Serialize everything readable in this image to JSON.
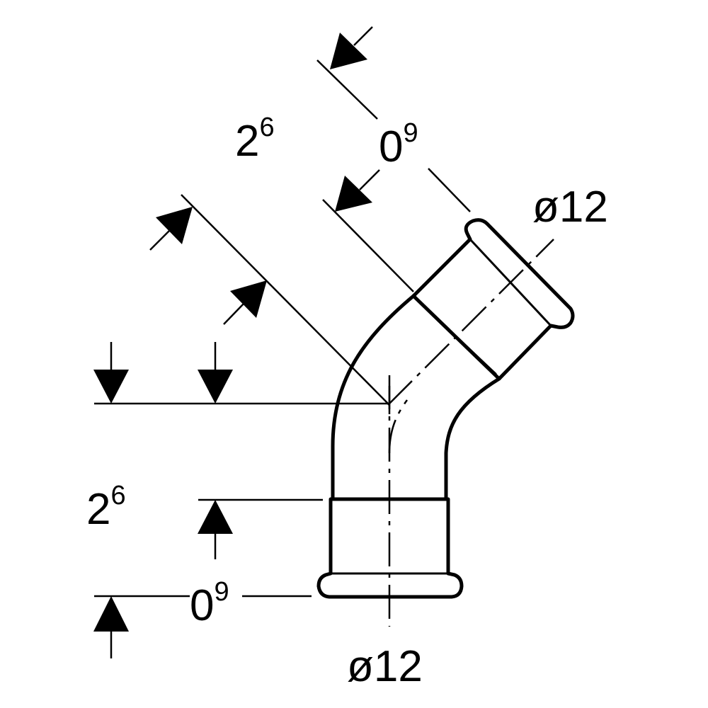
{
  "diagram": {
    "colors": {
      "line": "#000000",
      "background": "#ffffff"
    },
    "labels": {
      "angled_dim_base": "2",
      "angled_dim_sup": "6",
      "angled_socket_base": "0",
      "angled_socket_sup": "9",
      "angled_diameter": "ø12",
      "vertical_dim_base": "2",
      "vertical_dim_sup": "6",
      "vertical_socket_base": "0",
      "vertical_socket_sup": "9",
      "bottom_diameter": "ø12"
    }
  }
}
